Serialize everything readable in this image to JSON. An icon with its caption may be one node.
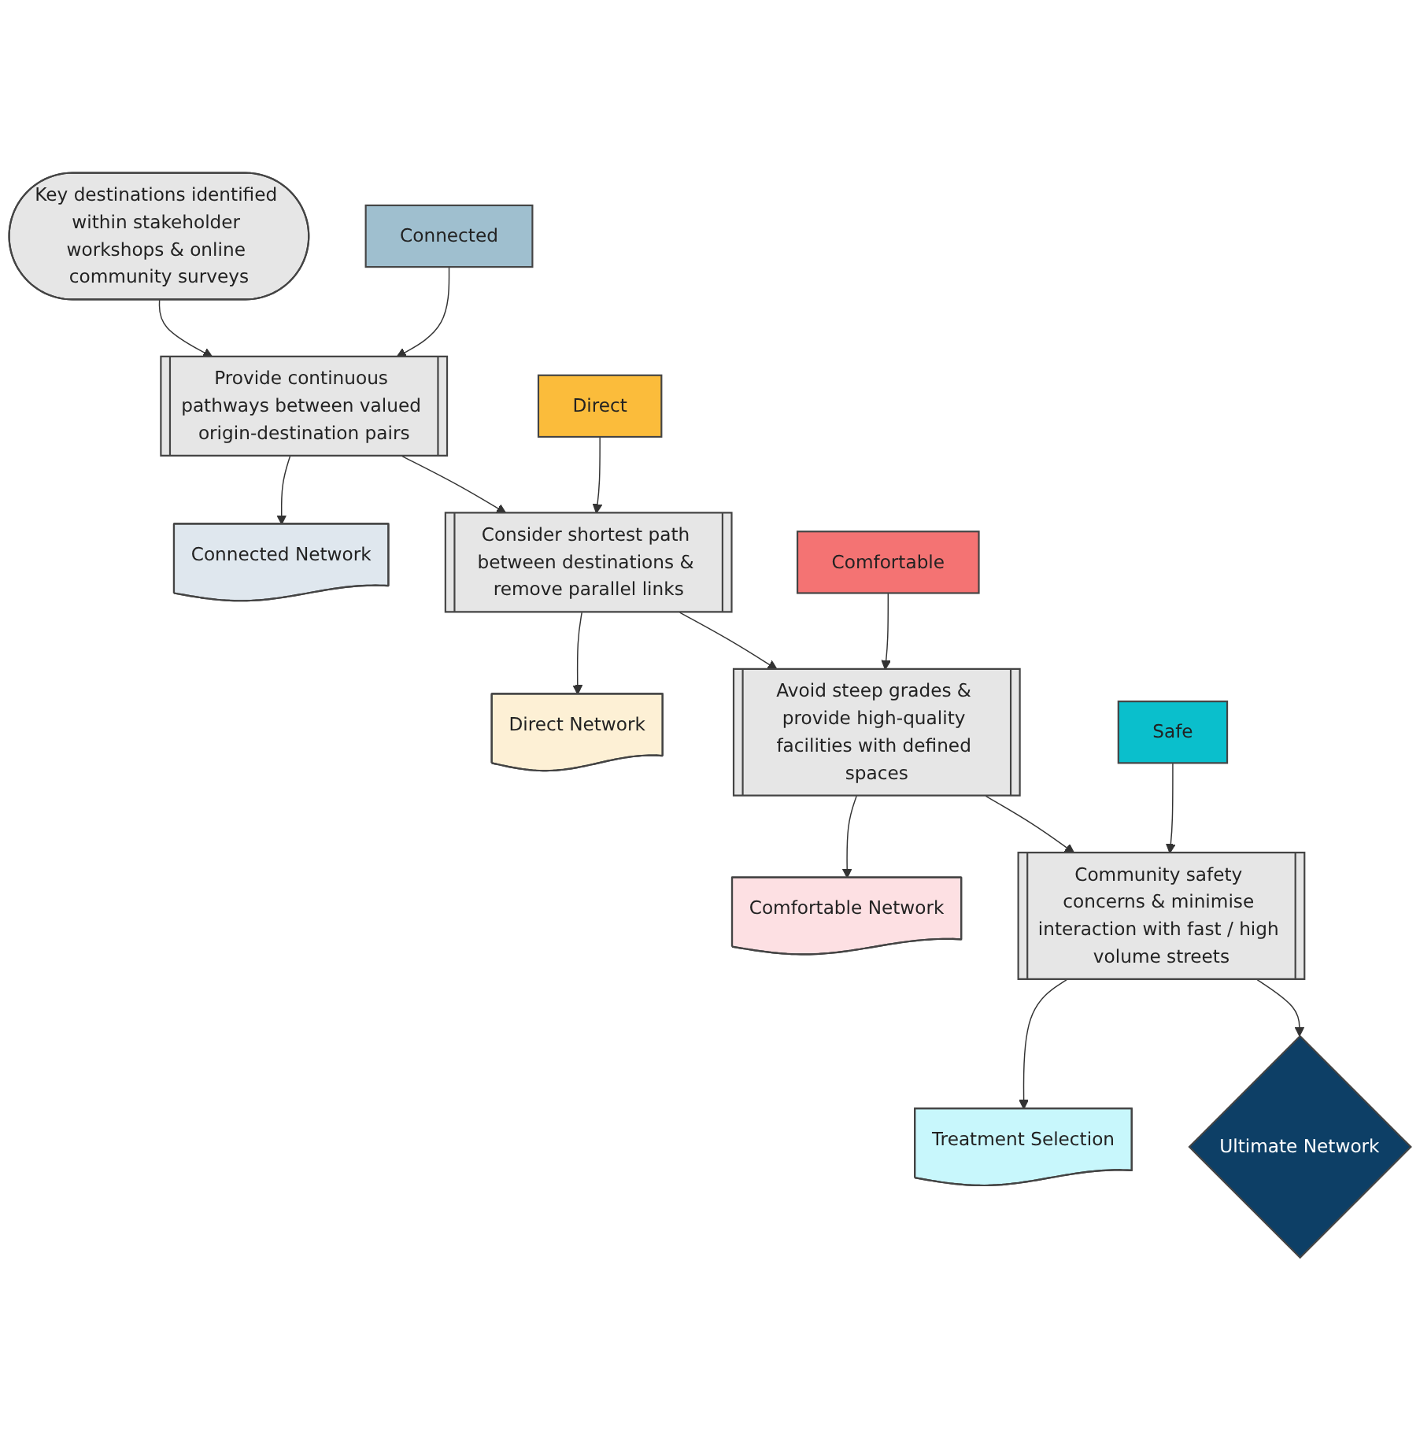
{
  "diagram": {
    "nodes": [
      {
        "text": [
          "Key destinations identified within stakeholder workshops & online community surveys"
        ]
      },
      {
        "text": [
          "Connected"
        ]
      },
      {
        "text": [
          "Provide continuous pathways between valued origin-destination pairs"
        ]
      },
      {
        "text": [
          "Connected Network"
        ]
      },
      {
        "text": [
          "Direct"
        ]
      },
      {
        "text": [
          "Consider shortest path between destinations & remove parallel links"
        ]
      },
      {
        "text": [
          "Direct Network"
        ]
      },
      {
        "text": [
          "Comfortable"
        ]
      },
      {
        "text": [
          "Avoid steep grades & provide high-quality facilities with defined spaces"
        ]
      },
      {
        "text": [
          "Comfortable Network"
        ]
      },
      {
        "text": [
          "Safe"
        ]
      },
      {
        "text": [
          "Community safety concerns & minimise interaction with fast / high volume streets"
        ]
      },
      {
        "text": [
          "Treatment Selection"
        ]
      },
      {
        "text": [
          "Ultimate Network"
        ]
      }
    ],
    "edges": [
      {
        "from": 0,
        "to": 2,
        "arrow": "to"
      },
      {
        "from": 1,
        "to": 2,
        "arrow": "to"
      },
      {
        "from": 2,
        "to": 3,
        "arrow": "to"
      },
      {
        "from": 2,
        "to": 5,
        "arrow": "to"
      },
      {
        "from": 4,
        "to": 5,
        "arrow": "to"
      },
      {
        "from": 5,
        "to": 6,
        "arrow": "to"
      },
      {
        "from": 5,
        "to": 8,
        "arrow": "to"
      },
      {
        "from": 7,
        "to": 8,
        "arrow": "to"
      },
      {
        "from": 8,
        "to": 9,
        "arrow": "to"
      },
      {
        "from": 8,
        "to": 11,
        "arrow": "to"
      },
      {
        "from": 10,
        "to": 11,
        "arrow": "to"
      },
      {
        "from": 11,
        "to": 12,
        "arrow": "to"
      },
      {
        "from": 11,
        "to": 13,
        "arrow": "to"
      }
    ]
  }
}
